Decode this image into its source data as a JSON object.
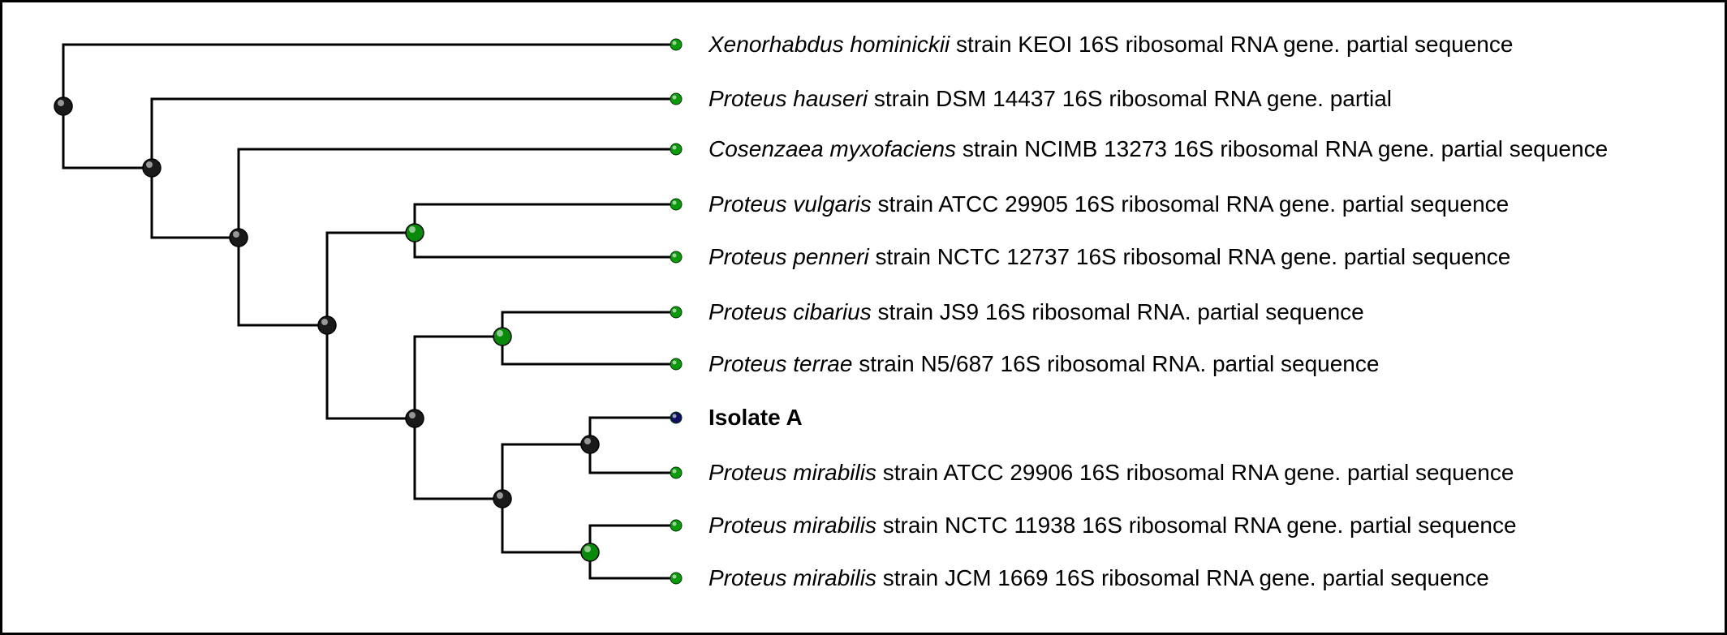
{
  "colors": {
    "internal_node": "#1a1a1a",
    "support_node": "#0a8a0a",
    "leaf_node": "#0b9a0b",
    "query_node": "#101060",
    "branch": "#000000"
  },
  "leaves": [
    {
      "id": "xh",
      "genus": "Xenorhabdus hominickii",
      "rest": " strain KEOI 16S ribosomal RNA gene. partial sequence",
      "bold": false
    },
    {
      "id": "ph",
      "genus": "Proteus hauseri",
      "rest": " strain DSM 14437 16S ribosomal RNA gene. partial",
      "bold": false
    },
    {
      "id": "cm",
      "genus": "Cosenzaea myxofaciens",
      "rest": " strain NCIMB 13273 16S ribosomal RNA gene. partial sequence",
      "bold": false
    },
    {
      "id": "pv",
      "genus": "Proteus vulgaris",
      "rest": " strain ATCC 29905 16S ribosomal RNA gene. partial sequence",
      "bold": false
    },
    {
      "id": "pp",
      "genus": "Proteus penneri",
      "rest": " strain NCTC 12737 16S ribosomal RNA gene. partial sequence",
      "bold": false
    },
    {
      "id": "pc",
      "genus": "Proteus cibarius",
      "rest": " strain JS9 16S ribosomal RNA. partial sequence",
      "bold": false
    },
    {
      "id": "pt",
      "genus": "Proteus terrae",
      "rest": " strain N5/687 16S ribosomal RNA. partial sequence",
      "bold": false
    },
    {
      "id": "ia",
      "genus": "",
      "rest": "Isolate A",
      "bold": true
    },
    {
      "id": "pm1",
      "genus": "Proteus mirabilis",
      "rest": " strain ATCC 29906 16S ribosomal RNA gene. partial sequence",
      "bold": false
    },
    {
      "id": "pm2",
      "genus": "Proteus mirabilis",
      "rest": " strain NCTC 11938 16S ribosomal RNA gene. partial sequence",
      "bold": false
    },
    {
      "id": "pm3",
      "genus": "Proteus mirabilis",
      "rest": " strain JCM 1669 16S ribosomal RNA gene. partial sequence",
      "bold": false
    }
  ],
  "tree": {
    "id": "n1",
    "support": false,
    "children": [
      {
        "leaf": "xh"
      },
      {
        "id": "n2",
        "support": false,
        "children": [
          {
            "leaf": "ph"
          },
          {
            "id": "n3",
            "support": false,
            "children": [
              {
                "leaf": "cm"
              },
              {
                "id": "n4",
                "support": false,
                "children": [
                  {
                    "id": "n5",
                    "support": true,
                    "children": [
                      {
                        "leaf": "pv"
                      },
                      {
                        "leaf": "pp"
                      }
                    ]
                  },
                  {
                    "id": "n6",
                    "support": false,
                    "children": [
                      {
                        "id": "n7",
                        "support": true,
                        "children": [
                          {
                            "leaf": "pc"
                          },
                          {
                            "leaf": "pt"
                          }
                        ]
                      },
                      {
                        "id": "n8",
                        "support": false,
                        "children": [
                          {
                            "id": "n9",
                            "support": false,
                            "children": [
                              {
                                "leaf": "ia"
                              },
                              {
                                "leaf": "pm1"
                              }
                            ]
                          },
                          {
                            "id": "n10",
                            "support": true,
                            "children": [
                              {
                                "leaf": "pm2"
                              },
                              {
                                "leaf": "pm3"
                              }
                            ]
                          }
                        ]
                      }
                    ]
                  }
                ]
              }
            ]
          }
        ]
      }
    ]
  }
}
